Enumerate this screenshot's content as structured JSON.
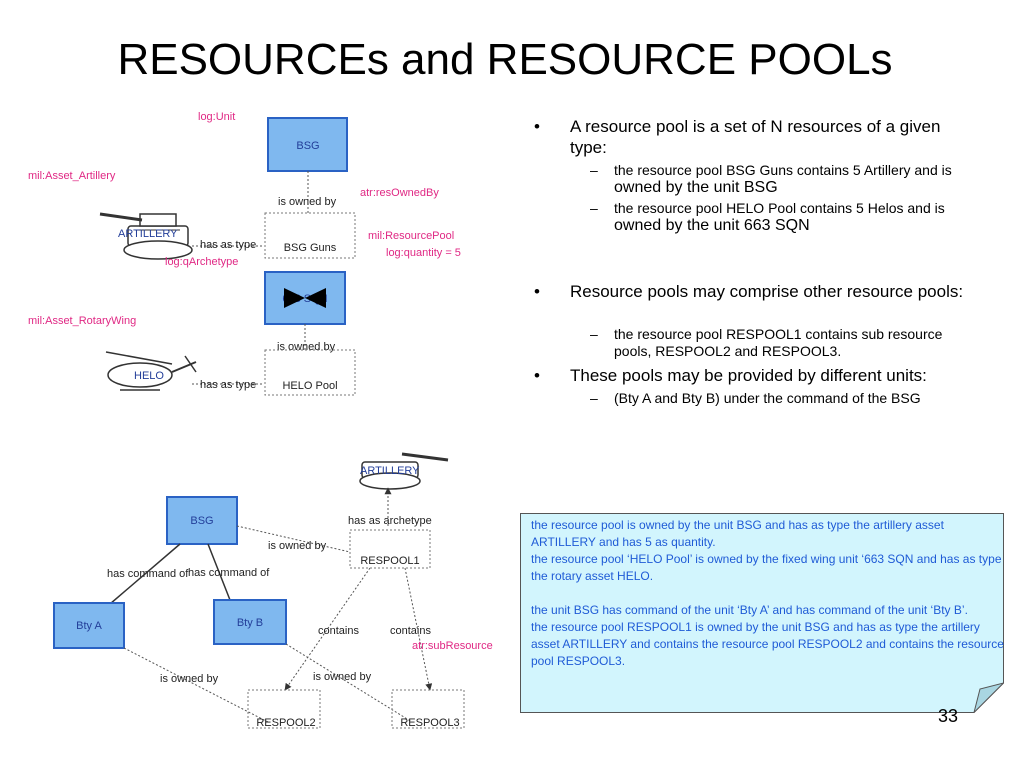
{
  "slide": {
    "title": "RESOURCEs and RESOURCE POOLs",
    "page_number": "33"
  },
  "colors": {
    "node_fill": "#7fb8ef",
    "node_border": "#2a62c4",
    "node_text": "#233e99",
    "annotation_text": "#e02884",
    "note_fill": "#d2f5fd",
    "note_text": "#1f5bd6"
  },
  "diagram": {
    "top": {
      "unit_bsg": "BSG",
      "unit_663": "663 SQN",
      "pool_bsg_guns": "BSG Guns",
      "pool_helo": "HELO Pool",
      "artillery_label": "ARTILLERY",
      "helo_label": "HELO",
      "edge_owned_by_1": "is owned by",
      "edge_owned_by_2": "is owned by",
      "edge_has_type_1": "has as type",
      "edge_has_type_2": "has as type",
      "ann_log_unit": "log:Unit",
      "ann_asset_artillery": "mil:Asset_Artillery",
      "ann_res_owned_by": "atr:resOwnedBy",
      "ann_resource_pool": "mil:ResourcePool",
      "ann_quantity": "log:quantity = 5",
      "ann_archetype": "log:qArchetype",
      "ann_asset_rotarywing": "mil:Asset_RotaryWing"
    },
    "bottom": {
      "unit_bsg": "BSG",
      "unit_bty_a": "Bty A",
      "unit_bty_b": "Bty B",
      "pool_respool1": "RESPOOL1",
      "pool_respool2": "RESPOOL2",
      "pool_respool3": "RESPOOL3",
      "artillery_label": "ARTILLERY",
      "edge_has_archetype": "has as archetype",
      "edge_owned_by_top": "is owned by",
      "edge_command_a": "has command of",
      "edge_command_b": "has command of",
      "edge_contains_1": "contains",
      "edge_contains_2": "contains",
      "edge_owned_by_a": "is owned by",
      "edge_owned_by_b": "is owned by",
      "ann_sub_resource": "atr:subResource"
    }
  },
  "bullets": {
    "b1": "A resource pool is a set of N resources of a given type:",
    "b1_s1_a": "the resource pool BSG Guns contains 5 Artillery and is ",
    "b1_s1_b": "owned by the unit BSG",
    "b1_s2_a": "the resource pool HELO Pool contains 5 Helos and is ",
    "b1_s2_b": "owned by the unit 663 SQN",
    "b2": "Resource pools may comprise other resource pools:",
    "b2_s1": "the resource pool RESPOOL1 contains sub resource pools, RESPOOL2 and RESPOOL3.",
    "b3": "These pools may be provided by different units:",
    "b3_s1": "(Bty A and Bty B) under the command of the BSG"
  },
  "note": {
    "lines": [
      "the resource pool is owned by the unit BSG and has as type the artillery asset ARTILLERY and has 5 as quantity.",
      "the resource pool ‘HELO Pool’ is owned by the fixed wing unit ‘663 SQN and has as type the rotary asset HELO.",
      "",
      "the unit BSG has command of the unit ‘Bty A’ and has command of the unit ‘Bty B’.",
      "the resource pool RESPOOL1 is owned by the unit BSG and has as type the artillery asset ARTILLERY and contains the resource pool RESPOOL2 and contains the resource pool RESPOOL3."
    ]
  }
}
